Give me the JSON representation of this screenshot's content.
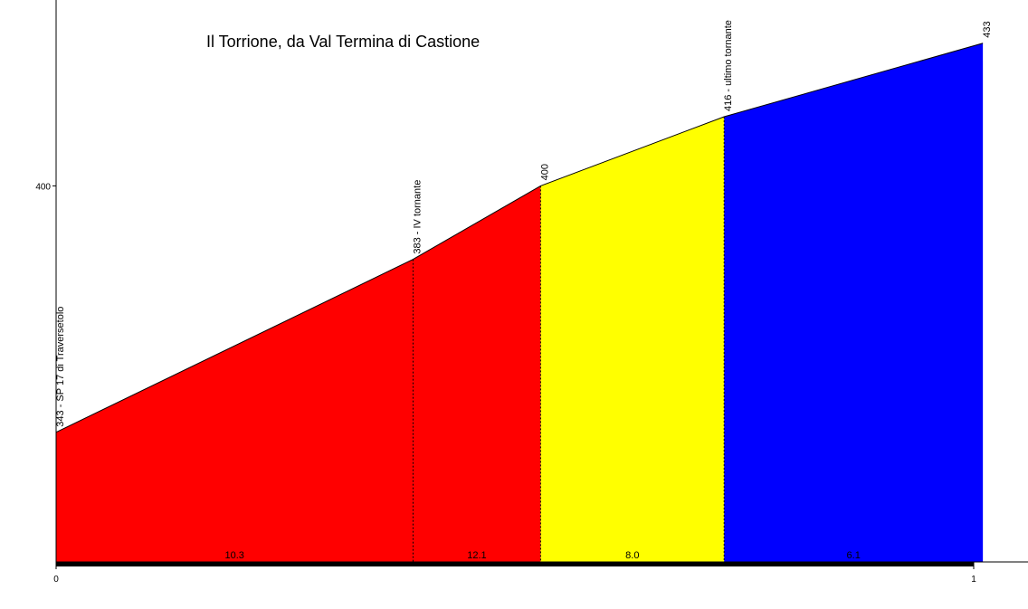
{
  "chart_data": {
    "type": "area",
    "title": "Il Torrione, da Val Termina di Castione",
    "xlabel": "",
    "ylabel": "",
    "xlim": [
      0,
      1.0
    ],
    "ylim": [
      313,
      443
    ],
    "x_ticks": [
      {
        "value": 0,
        "label": "0"
      },
      {
        "value": 1,
        "label": "1"
      }
    ],
    "y_ticks": [
      {
        "value": 400,
        "label": "400"
      }
    ],
    "points": [
      {
        "x": 0.0,
        "y": 343,
        "label": "343 - SP 17 di Traversetolo"
      },
      {
        "x": 0.389,
        "y": 383,
        "label": "383 - IV tornante"
      },
      {
        "x": 0.528,
        "y": 400,
        "label": "400"
      },
      {
        "x": 0.728,
        "y": 416,
        "label": "416 - ultimo tornante"
      },
      {
        "x": 1.01,
        "y": 433,
        "label": "433"
      }
    ],
    "segments": [
      {
        "from": 0,
        "to": 1,
        "gradient": "10.3",
        "color": "#ff0000"
      },
      {
        "from": 1,
        "to": 2,
        "gradient": "12.1",
        "color": "#ff0000"
      },
      {
        "from": 2,
        "to": 3,
        "gradient": "8.0",
        "color": "#ffff00"
      },
      {
        "from": 3,
        "to": 4,
        "gradient": "6.1",
        "color": "#0000ff"
      }
    ],
    "grid": false,
    "legend": "none"
  }
}
